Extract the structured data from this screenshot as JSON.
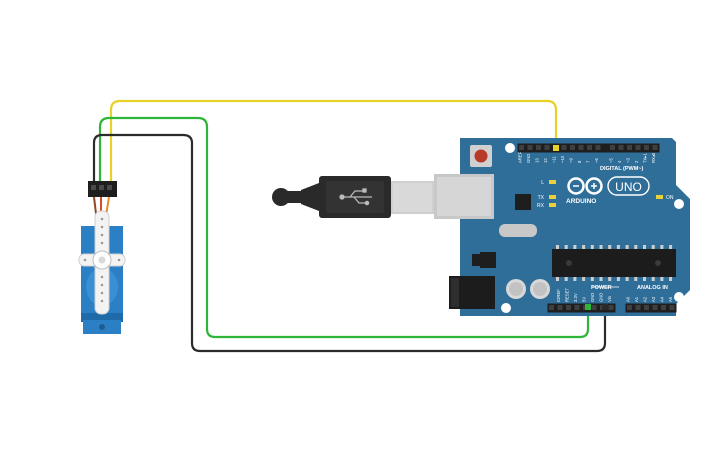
{
  "board": {
    "brand": "ARDUINO",
    "model": "UNO",
    "digital_header_label": "DIGITAL (PWM~)",
    "power_header_label": "POWER",
    "analog_header_label": "ANALOG IN",
    "on_label": "ON",
    "l_label": "L",
    "tx_label": "TX",
    "rx_label": "RX",
    "digital_pins": [
      "AREF",
      "GND",
      "13",
      "12",
      "~11",
      "~10",
      "~9",
      "8",
      "7",
      "~6",
      "~5",
      "4",
      "~3",
      "2",
      "TX▸1",
      "RX◂0"
    ],
    "power_pins": [
      "IOREF",
      "RESET",
      "3.3V",
      "5V",
      "GND",
      "GND",
      "Vin"
    ],
    "analog_pins": [
      "A0",
      "A1",
      "A2",
      "A3",
      "A4",
      "A5"
    ]
  },
  "colors": {
    "board": "#2f6e99",
    "board_dark": "#255a80",
    "wire_signal": "#e8d228",
    "wire_power": "#2fb53a",
    "wire_ground": "#2b2b2b",
    "servo_body": "#2b7fc4",
    "usb_cable": "#2a2a2a"
  },
  "components": [
    "servo-motor",
    "arduino-uno",
    "usb-cable"
  ]
}
